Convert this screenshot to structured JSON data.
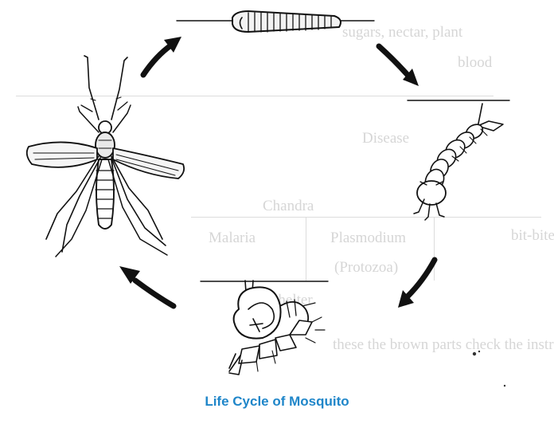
{
  "diagram": {
    "caption": "Life Cycle of Mosquito",
    "caption_color": "#1f86c9",
    "stages": [
      "egg-raft",
      "larva",
      "pupa",
      "adult-mosquito"
    ],
    "arrow_color": "#111111"
  },
  "background_text": {
    "line1": "sugars, nectar, plant",
    "line2": "blood",
    "line3": "Disease",
    "line4": "Malaria",
    "line5": "Plasmodium",
    "line6": "(Protozoa)",
    "line7": "Chandra",
    "line8": "bit-bite",
    "line9": "shelter",
    "line10": "these the brown parts check the instru"
  }
}
